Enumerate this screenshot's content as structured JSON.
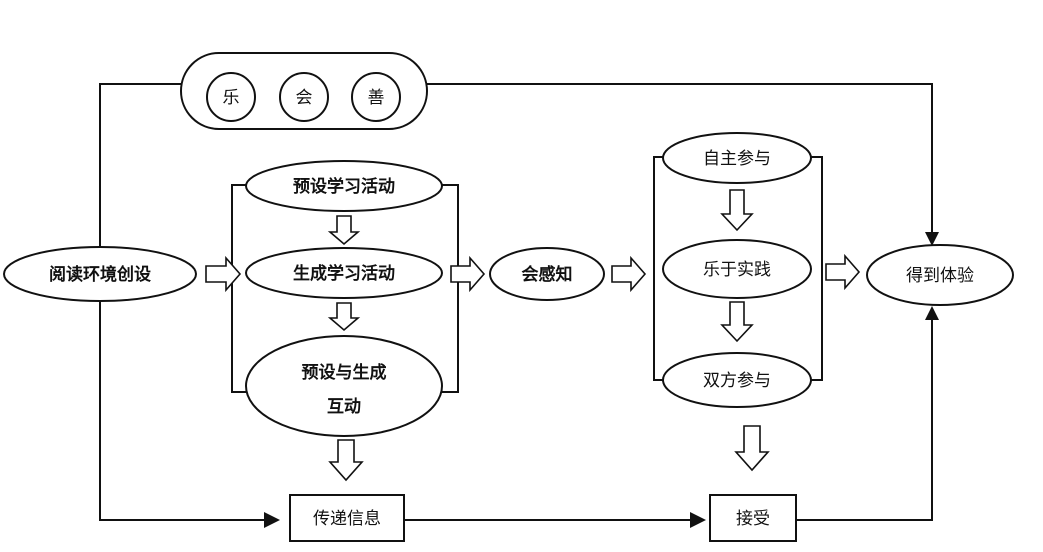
{
  "nodes": {
    "reading_env": "阅读环境创设",
    "preset_activity": "预设学习活动",
    "generated_activity": "生成学习活动",
    "interaction_line1": "预设与生成",
    "interaction_line2": "互动",
    "perceive": "会感知",
    "self_participation": "自主参与",
    "enjoy_practice": "乐于实践",
    "both_participation": "双方参与",
    "experience": "得到体验",
    "transmit_info": "传递信息",
    "accept": "接受"
  },
  "top_bar": {
    "circles": [
      "乐",
      "会",
      "善"
    ]
  }
}
